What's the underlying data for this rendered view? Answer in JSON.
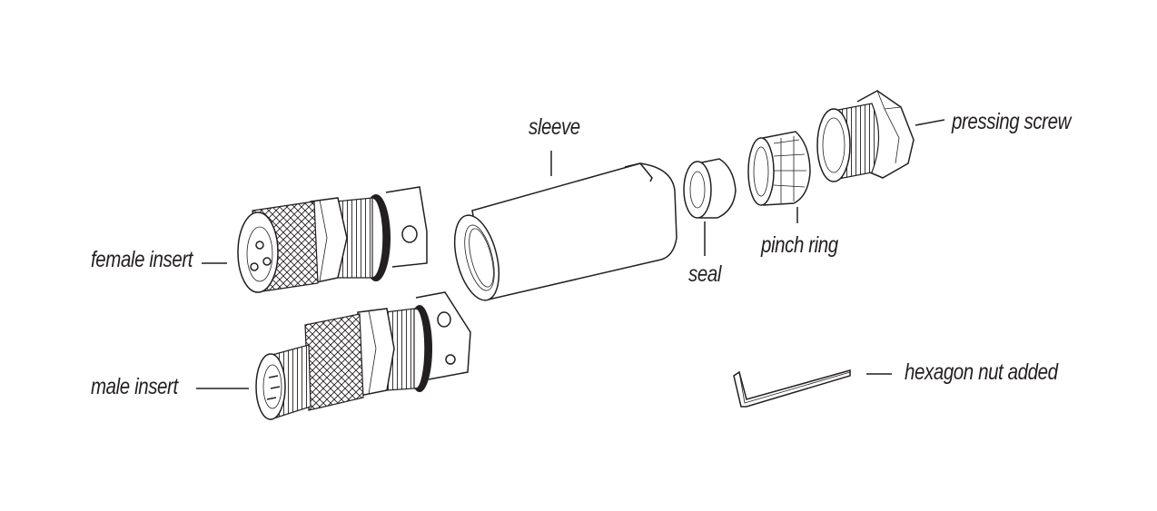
{
  "labels": {
    "sleeve": "sleeve",
    "pressing_screw": "pressing screw",
    "female_insert": "female insert",
    "seal": "seal",
    "pinch_ring": "pinch ring",
    "male_insert": "male insert",
    "hexagon_nut": "hexagon nut added"
  },
  "colors": {
    "line": "#231f20",
    "background": "#ffffff"
  }
}
